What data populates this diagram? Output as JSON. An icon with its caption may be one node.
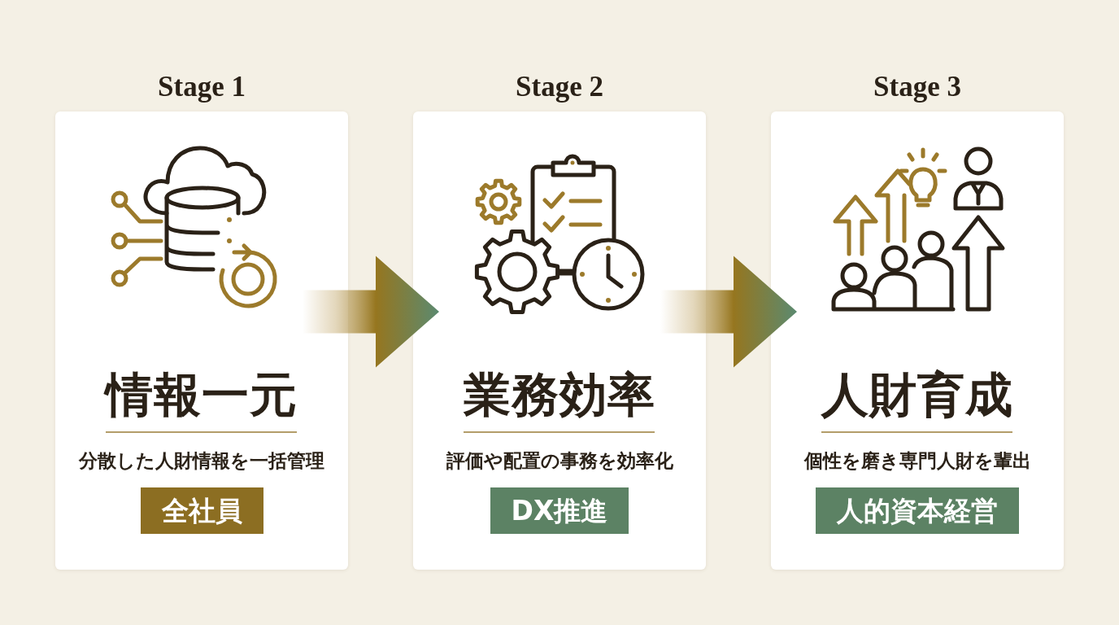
{
  "diagram": {
    "nodes": [
      {
        "text": [
          "Stage 1",
          "情報一元",
          "分散した人財情報を一括管理"
        ]
      },
      {
        "text": [
          "全社員"
        ],
        "in": 0
      },
      {
        "text": [
          "Stage 2",
          "業務効率",
          "評価や配置の事務を効率化"
        ]
      },
      {
        "text": [
          "DX推進"
        ],
        "in": 2
      },
      {
        "text": [
          "Stage 3",
          "人財育成",
          "個性を磨き専門人財を輩出"
        ]
      },
      {
        "text": [
          "人的資本経営"
        ],
        "in": 4
      }
    ],
    "edges": [
      {
        "from": 0,
        "to": 2,
        "arrow": "to"
      },
      {
        "from": 2,
        "to": 4,
        "arrow": "to"
      }
    ]
  }
}
